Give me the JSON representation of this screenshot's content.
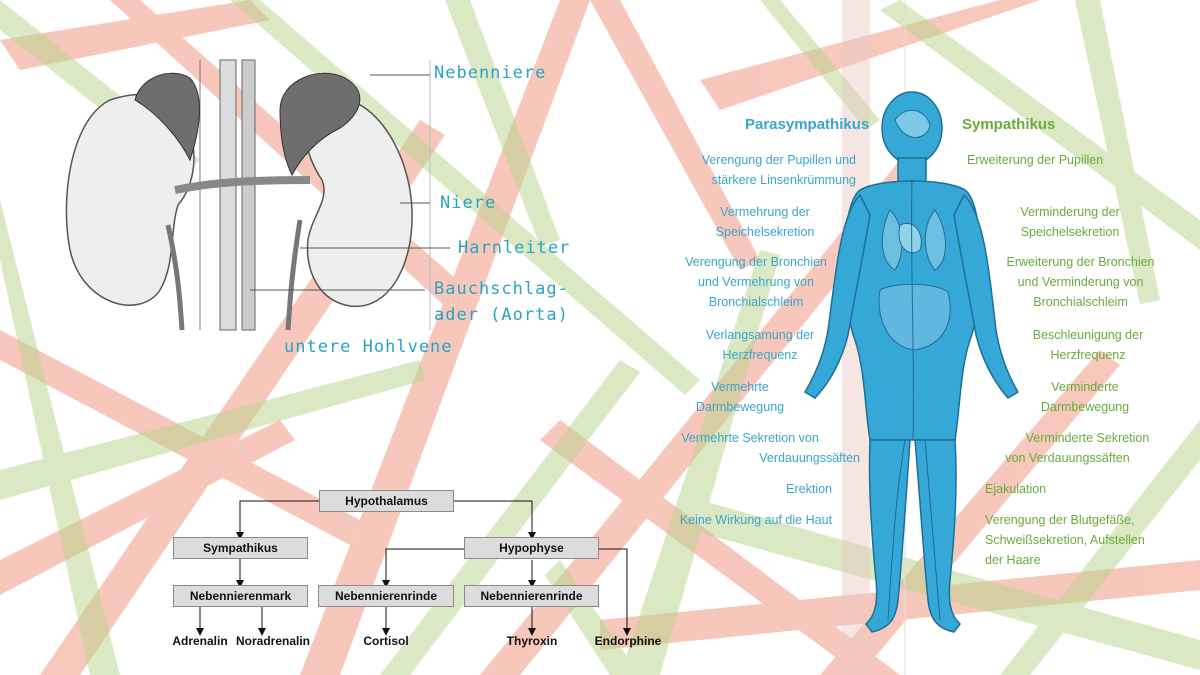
{
  "kidney": {
    "labels": {
      "nebenniere": "Nebenniere",
      "niere": "Niere",
      "harnleiter": "Harnleiter",
      "aorta_line1": "Bauchschlag-",
      "aorta_line2": "ader (Aorta)",
      "hohlvene": "untere Hohlvene"
    }
  },
  "flowchart": {
    "hypothalamus": "Hypothalamus",
    "sympathikus": "Sympathikus",
    "hypophyse": "Hypophyse",
    "nebennierenmark": "Nebennierenmark",
    "nebennierenrinde_1": "Nebennierenrinde",
    "nebennierenrinde_2": "Nebennierenrinde",
    "adrenalin": "Adrenalin",
    "noradrenalin": "Noradrenalin",
    "cortisol": "Cortisol",
    "thyroxin": "Thyroxin",
    "endorphine": "Endorphine"
  },
  "nervous_system": {
    "parasympathikus_heading": "Parasympathikus",
    "sympathikus_heading": "Sympathikus",
    "rows": [
      {
        "left": [
          "Verengung der Pupillen und",
          "stärkere Linsenkrümmung"
        ],
        "right": [
          "Erweiterung der Pupillen"
        ]
      },
      {
        "left": [
          "Vermehrung der",
          "Speichelsekretion"
        ],
        "right": [
          "Verminderung der",
          "Speichelsekretion"
        ]
      },
      {
        "left": [
          "Verengung der Bronchien",
          "und Vermehrung von",
          "Bronchialschleim"
        ],
        "right": [
          "Erweiterung der Bronchien",
          "und Verminderung von",
          "Bronchialschleim"
        ]
      },
      {
        "left": [
          "Verlangsamung der",
          "Herzfrequenz"
        ],
        "right": [
          "Beschleunigung der",
          "Herzfrequenz"
        ]
      },
      {
        "left": [
          "Vermehrte",
          "Darmbewegung"
        ],
        "right": [
          "Verminderte",
          "Darmbewegung"
        ]
      },
      {
        "left": [
          "Vermehrte Sekretion von",
          "Verdauungssäften"
        ],
        "right": [
          "Verminderte Sekretion",
          "von Verdauungssäften"
        ]
      },
      {
        "left": [
          "Erektion"
        ],
        "right": [
          "Ejakulation"
        ]
      },
      {
        "left": [
          "Keine Wirkung auf die Haut"
        ],
        "right": [
          "Verengung der Blutgefäße,",
          "Schweißsekretion, Aufstellen",
          "der Haare"
        ]
      }
    ]
  },
  "colors": {
    "parasympathikus": "#3aa6cc",
    "sympathikus": "#6aaa3c",
    "kidney_label": "#2aa3c0",
    "body_fill": "#35a8d8"
  }
}
